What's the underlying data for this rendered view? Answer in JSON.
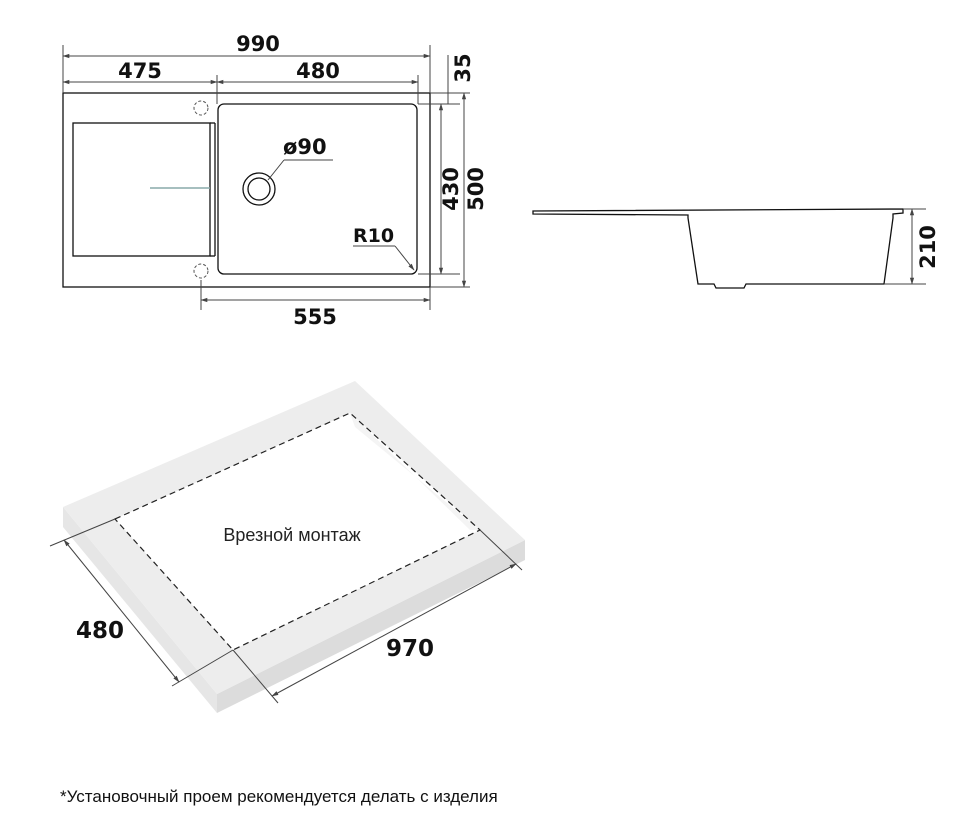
{
  "top_view": {
    "dim_total_width": "990",
    "dim_drainer_width": "475",
    "dim_bowl_width": "480",
    "dim_edge_offset": "35",
    "dim_bowl_depth": "430",
    "dim_total_depth": "500",
    "dim_drain_diameter": "ø90",
    "dim_corner_radius": "R10",
    "dim_bottom_span": "555"
  },
  "side_view": {
    "dim_height": "210"
  },
  "cutout_view": {
    "caption": "Врезной монтаж",
    "dim_depth": "480",
    "dim_width": "970"
  },
  "footnote": "*Установочный проем рекомендуется делать с изделия"
}
